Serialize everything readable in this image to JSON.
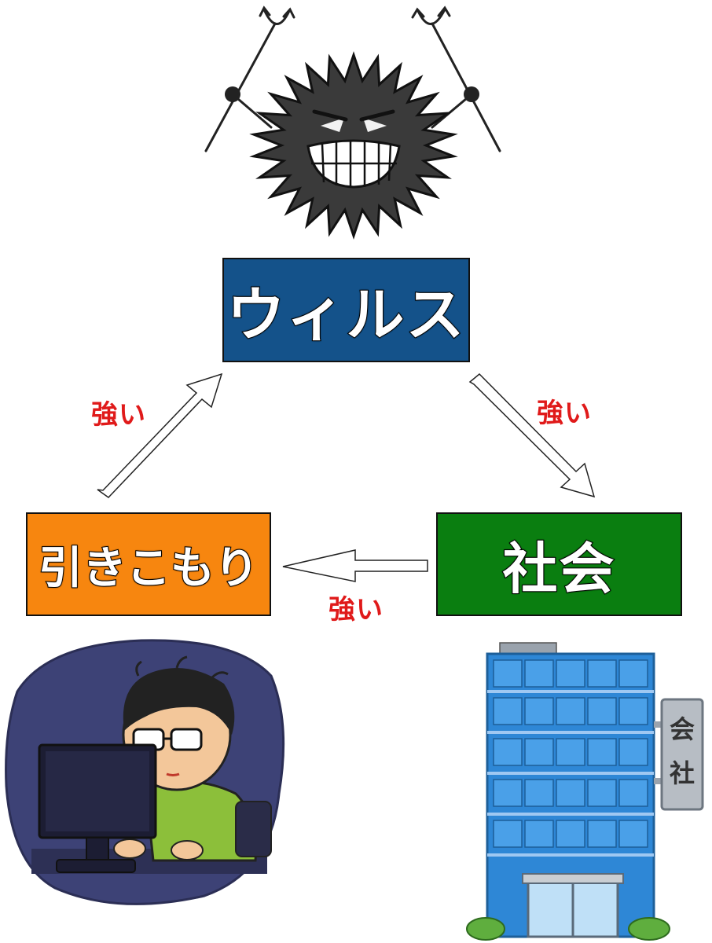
{
  "nodes": {
    "virus": "ウィルス",
    "shut_in": "引きこもり",
    "society": "社会"
  },
  "edges": [
    {
      "from": "shut_in",
      "to": "virus",
      "label": "強い"
    },
    {
      "from": "virus",
      "to": "society",
      "label": "強い"
    },
    {
      "from": "society",
      "to": "shut_in",
      "label": "強い"
    }
  ],
  "building_sign": [
    "会",
    "社"
  ],
  "colors": {
    "virus_box": "#14528a",
    "shut_in_box": "#f7860f",
    "society_box": "#0a7e10",
    "edge_label": "#e01a1a"
  },
  "icons": [
    "virus-illustration",
    "shut-in-person-at-computer-illustration",
    "office-building-illustration"
  ]
}
